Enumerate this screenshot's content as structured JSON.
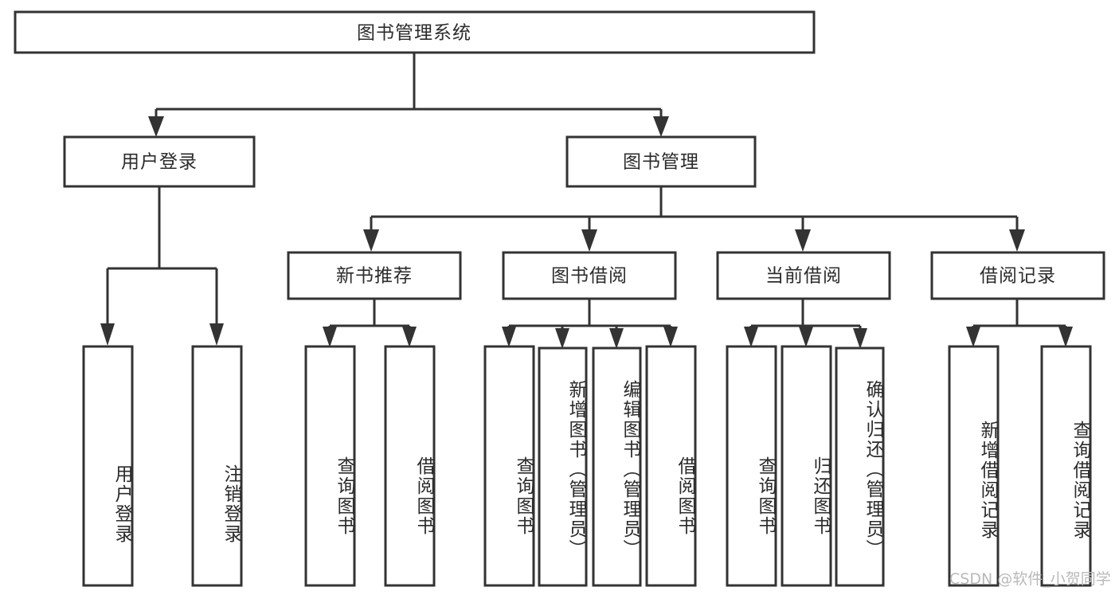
{
  "diagram": {
    "type": "hierarchy-tree",
    "title_node": {
      "id": "root",
      "label": "图书管理系统"
    },
    "levels": [
      {
        "level": 1,
        "nodes": [
          {
            "id": "root",
            "label": "图书管理系统",
            "orientation": "horizontal"
          }
        ]
      },
      {
        "level": 2,
        "nodes": [
          {
            "id": "user-login",
            "label": "用户登录",
            "orientation": "horizontal",
            "parent": "root"
          },
          {
            "id": "book-mgmt",
            "label": "图书管理",
            "orientation": "horizontal",
            "parent": "root"
          }
        ]
      },
      {
        "level": 3,
        "nodes": [
          {
            "id": "new-book-rec",
            "label": "新书推荐",
            "orientation": "horizontal",
            "parent": "book-mgmt"
          },
          {
            "id": "book-borrow",
            "label": "图书借阅",
            "orientation": "horizontal",
            "parent": "book-mgmt"
          },
          {
            "id": "current-borrow",
            "label": "当前借阅",
            "orientation": "horizontal",
            "parent": "book-mgmt"
          },
          {
            "id": "borrow-record",
            "label": "借阅记录",
            "orientation": "horizontal",
            "parent": "book-mgmt"
          }
        ]
      },
      {
        "level": 4,
        "nodes": [
          {
            "id": "leaf-user-login",
            "label": "用户登录",
            "orientation": "vertical",
            "parent": "user-login"
          },
          {
            "id": "leaf-logout",
            "label": "注销登录",
            "orientation": "vertical",
            "parent": "user-login"
          },
          {
            "id": "leaf-query-book-1",
            "label": "查询图书",
            "orientation": "vertical",
            "parent": "new-book-rec"
          },
          {
            "id": "leaf-borrow-book-1",
            "label": "借阅图书",
            "orientation": "vertical",
            "parent": "new-book-rec"
          },
          {
            "id": "leaf-query-book-2",
            "label": "查询图书",
            "orientation": "vertical",
            "parent": "book-borrow"
          },
          {
            "id": "leaf-add-book",
            "label": "新增图书（管理员）",
            "orientation": "vertical",
            "parent": "book-borrow"
          },
          {
            "id": "leaf-edit-book",
            "label": "编辑图书（管理员）",
            "orientation": "vertical",
            "parent": "book-borrow"
          },
          {
            "id": "leaf-borrow-book-2",
            "label": "借阅图书",
            "orientation": "vertical",
            "parent": "book-borrow"
          },
          {
            "id": "leaf-query-book-3",
            "label": "查询图书",
            "orientation": "vertical",
            "parent": "current-borrow"
          },
          {
            "id": "leaf-return-book",
            "label": "归还图书",
            "orientation": "vertical",
            "parent": "current-borrow"
          },
          {
            "id": "leaf-confirm-return",
            "label": "确认归还（管理员）",
            "orientation": "vertical",
            "parent": "current-borrow"
          },
          {
            "id": "leaf-add-record",
            "label": "新增借阅记录",
            "orientation": "vertical",
            "parent": "borrow-record"
          },
          {
            "id": "leaf-query-record",
            "label": "查询借阅记录",
            "orientation": "vertical",
            "parent": "borrow-record"
          }
        ]
      }
    ],
    "watermark": "CSDN @软件_小贺同学",
    "colors": {
      "stroke": "#333333",
      "fill": "#ffffff",
      "text": "#2b2b2b",
      "watermark": "#b9b9b9"
    }
  }
}
